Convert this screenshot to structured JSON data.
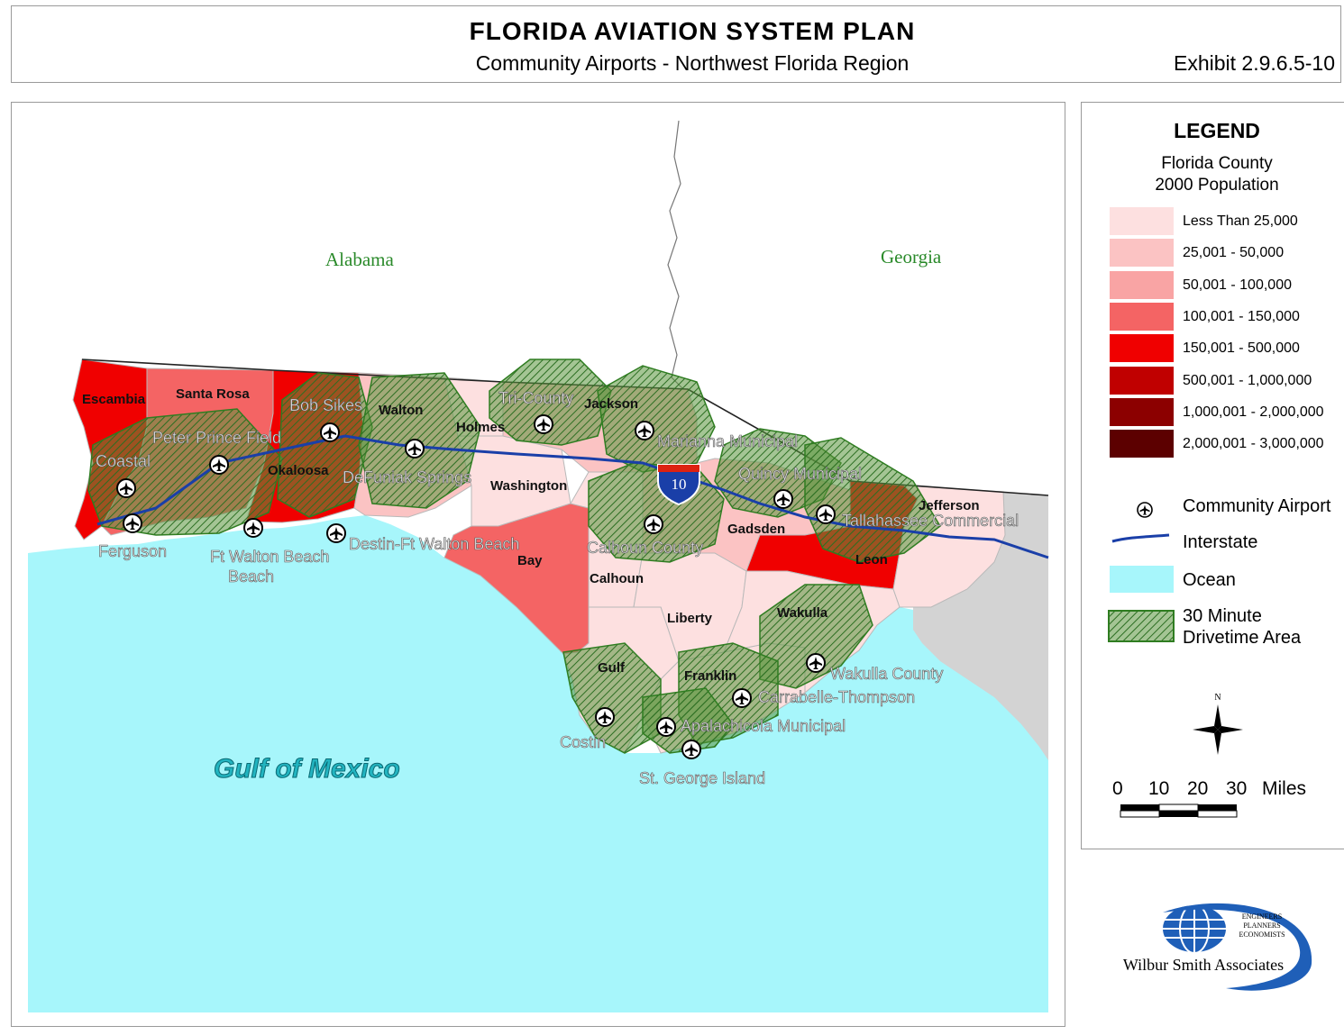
{
  "header": {
    "title": "FLORIDA AVIATION SYSTEM PLAN",
    "subtitle": "Community Airports - Northwest Florida Region",
    "exhibit": "Exhibit 2.9.6.5-10"
  },
  "map": {
    "states": [
      "Alabama",
      "Georgia"
    ],
    "water_label": "Gulf of Mexico",
    "interstate_shield": "10",
    "counties": [
      {
        "name": "Escambia",
        "population_class": "150,001 - 500,000"
      },
      {
        "name": "Santa Rosa",
        "population_class": "100,001 - 150,000"
      },
      {
        "name": "Okaloosa",
        "population_class": "150,001 - 500,000"
      },
      {
        "name": "Walton",
        "population_class": "25,001 - 50,000"
      },
      {
        "name": "Holmes",
        "population_class": "Less Than 25,000"
      },
      {
        "name": "Washington",
        "population_class": "Less Than 25,000"
      },
      {
        "name": "Jackson",
        "population_class": "25,001 - 50,000"
      },
      {
        "name": "Bay",
        "population_class": "100,001 - 150,000"
      },
      {
        "name": "Calhoun",
        "population_class": "Less Than 25,000"
      },
      {
        "name": "Liberty",
        "population_class": "Less Than 25,000"
      },
      {
        "name": "Gulf",
        "population_class": "Less Than 25,000"
      },
      {
        "name": "Franklin",
        "population_class": "Less Than 25,000"
      },
      {
        "name": "Gadsden",
        "population_class": "25,001 - 50,000"
      },
      {
        "name": "Leon",
        "population_class": "150,001 - 500,000"
      },
      {
        "name": "Wakulla",
        "population_class": "Less Than 25,000"
      },
      {
        "name": "Jefferson",
        "population_class": "Less Than 25,000"
      }
    ],
    "airports": [
      "Coastal",
      "Ferguson",
      "Peter Prince Field",
      "Ft Walton Beach",
      "Bob Sikes",
      "DeFuniak Springs",
      "Destin-Ft Walton Beach",
      "Tri-County",
      "Marianna Municipal",
      "Calhoun County",
      "Quincy Municipal",
      "Tallahassee Commercial",
      "Wakulla County",
      "Carrabelle-Thompson",
      "Apalachicola Municipal",
      "Costin",
      "St. George Island"
    ]
  },
  "legend": {
    "title": "LEGEND",
    "subtitle_line1": "Florida County",
    "subtitle_line2": "2000 Population",
    "classes": [
      {
        "label": "Less Than 25,000",
        "color": "#fde0e0"
      },
      {
        "label": "25,001 - 50,000",
        "color": "#fbc3c3"
      },
      {
        "label": "50,001 - 100,000",
        "color": "#f9a4a4"
      },
      {
        "label": "100,001 - 150,000",
        "color": "#f46464"
      },
      {
        "label": "150,001 - 500,000",
        "color": "#f00000"
      },
      {
        "label": "500,001 - 1,000,000",
        "color": "#c00000"
      },
      {
        "label": "1,000,001 - 2,000,000",
        "color": "#8c0000"
      },
      {
        "label": "2,000,001 - 3,000,000",
        "color": "#5c0000"
      }
    ],
    "community_airport": "Community Airport",
    "interstate": "Interstate",
    "ocean": "Ocean",
    "drivetime_line1": "30 Minute",
    "drivetime_line2": "Drivetime Area",
    "north": "N",
    "scale_ticks": [
      "0",
      "10",
      "20",
      "30"
    ],
    "scale_unit": "Miles"
  },
  "logo": {
    "name": "Wilbur Smith Associates",
    "tagline": [
      "ENGINEERS",
      "PLANNERS",
      "ECONOMISTS"
    ]
  },
  "colors": {
    "ocean": "#a7f6fb",
    "drivetime": "#3a8a2a",
    "interstate": "#1a3fa8",
    "out_of_state": "#d3d3d3",
    "state_label": "#2a8a2a",
    "gulf_label": "#22b4c0"
  }
}
